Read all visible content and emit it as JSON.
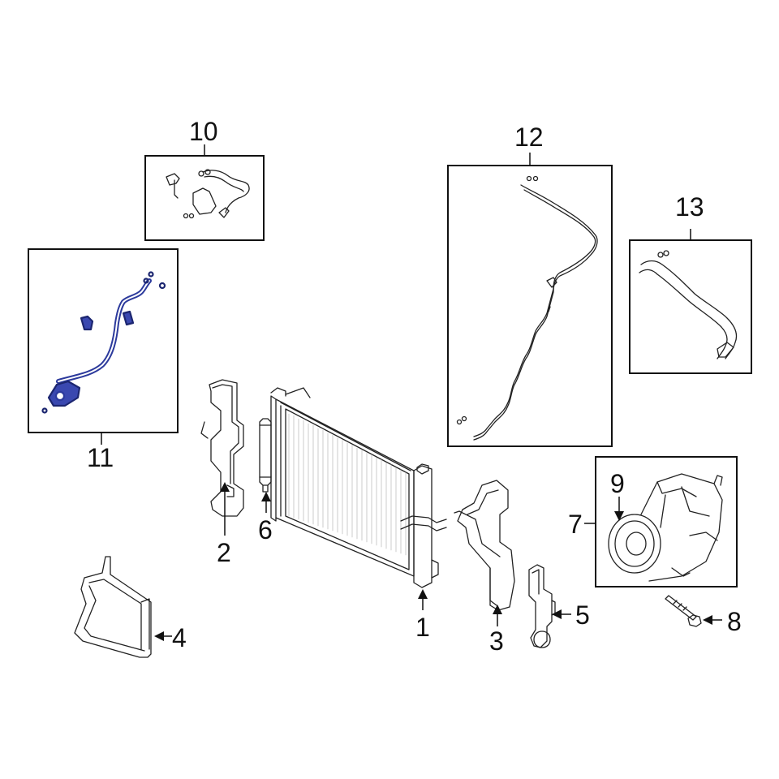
{
  "callouts": {
    "c1": "1",
    "c2": "2",
    "c3": "3",
    "c4": "4",
    "c5": "5",
    "c6": "6",
    "c7": "7",
    "c8": "8",
    "c9": "9",
    "c10": "10",
    "c11": "11",
    "c12": "12",
    "c13": "13"
  },
  "colors": {
    "highlight": "#2c3a9c",
    "line": "#222222",
    "background": "#ffffff"
  }
}
